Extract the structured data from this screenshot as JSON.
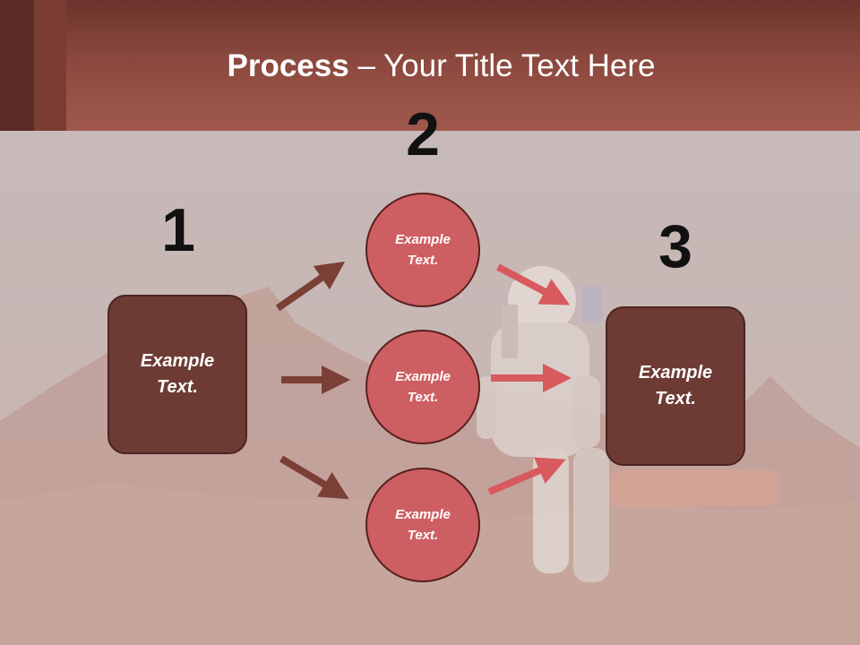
{
  "title": {
    "bold": "Process",
    "rest": " – Your Title Text Here"
  },
  "steps": {
    "num1": "1",
    "num2": "2",
    "num3": "3"
  },
  "boxes": {
    "left": "Example Text.",
    "right": "Example Text."
  },
  "circles": {
    "top": "Example Text.",
    "middle": "Example Text.",
    "bottom": "Example Text."
  },
  "colors": {
    "header": "#8e4a40",
    "box_fill": "#6e3b34",
    "circle_fill": "#cd5f63",
    "arrow_dark": "#7a3f35",
    "arrow_light": "#d85a5e"
  }
}
